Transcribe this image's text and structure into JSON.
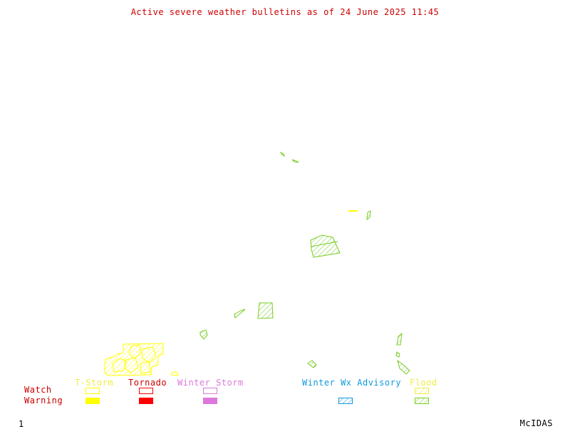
{
  "title": "Active severe weather bulletins as of 24 June 2025 11:45",
  "colors": {
    "title": "#cc0000",
    "tstorm": "#ffff00",
    "tornado": "#ff0000",
    "winter_storm": "#dd77dd",
    "winter_wx_advisory": "#1199dd",
    "flood_watch": "#eeee44",
    "flood_warning": "#77cc22",
    "row_label": "#cc0000"
  },
  "legend": {
    "row_labels": {
      "watch": "Watch",
      "warning": "Warning"
    },
    "categories": [
      {
        "key": "tstorm",
        "label": "T-Storm",
        "watch": "outline",
        "warning": "solid"
      },
      {
        "key": "tornado",
        "label": "Tornado",
        "watch": "outline",
        "warning": "solid"
      },
      {
        "key": "winter_storm",
        "label": "Winter Storm",
        "watch": "outline",
        "warning": "solid"
      },
      {
        "key": "winter_wx_advisory",
        "label": "Winter Wx Advisory",
        "watch": "none",
        "warning": "hatched"
      },
      {
        "key": "flood",
        "label": "Flood",
        "watch": "hatched",
        "warning": "hatched"
      }
    ]
  },
  "map_areas": {
    "flood_warning_count": 13,
    "tstorm_warning_cluster": "southwest corner"
  },
  "footer": {
    "frame_number": "1",
    "software": "McIDAS"
  }
}
